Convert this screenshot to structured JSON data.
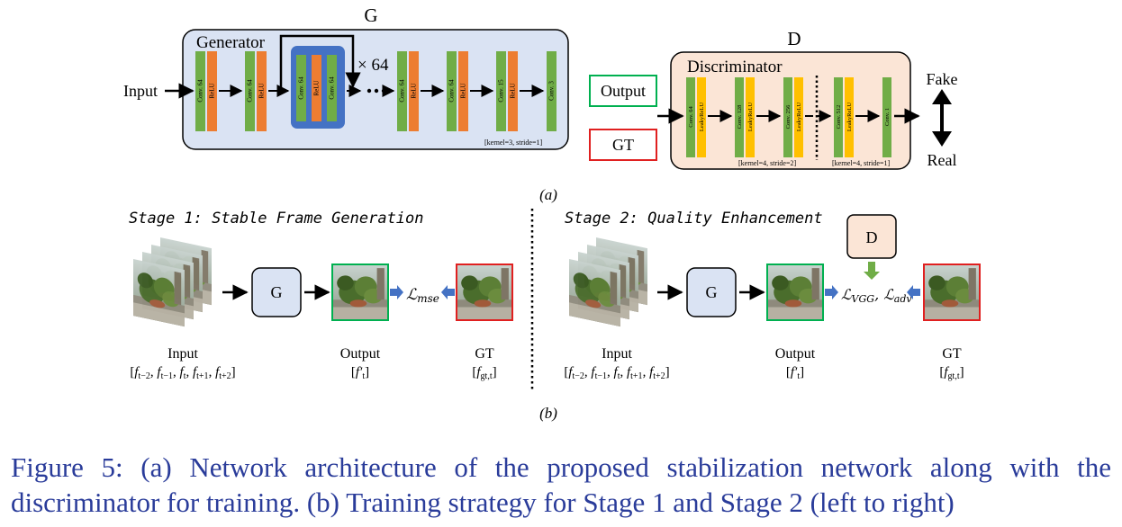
{
  "part_a": {
    "generator_group_label": "G",
    "generator_title": "Generator",
    "input_label": "Input",
    "repeat_label": "× 64",
    "generator_layers": [
      "Conv. 64",
      "ReLU",
      "Conv. 64",
      "ReLU",
      "Conv. 64",
      "ReLU",
      "Conv. 64",
      "Conv. 64",
      "ReLU",
      "Conv. 64",
      "ReLU",
      "Conv. 15",
      "ReLU",
      "Conv. 3"
    ],
    "generator_note": "[kernel=3, stride=1]",
    "output_label": "Output",
    "gt_label": "GT",
    "discriminator_group_label": "D",
    "discriminator_title": "Discriminator",
    "discriminator_layers": [
      "Conv. 64",
      "LeakyReLU",
      "Conv. 128",
      "LeakyReLU",
      "Conv. 256",
      "LeakyReLU",
      "Conv. 512",
      "LeakyReLU",
      "Conv. 1"
    ],
    "discriminator_note_1": "[kernel=4, stride=2]",
    "discriminator_note_2": "[kernel=4, stride=1]",
    "fake_label": "Fake",
    "real_label": "Real",
    "sublabel": "(a)"
  },
  "part_b": {
    "stage1_title": "Stage 1: Stable Frame Generation",
    "stage2_title": "Stage 2: Quality Enhancement",
    "g_label": "G",
    "d_label": "D",
    "loss_stage1": "ℒmse",
    "loss_stage2": "ℒVGG, ℒadv",
    "input_caption": "Input",
    "input_frames": "[ft−2, ft−1, ft, ft+1, ft+2]",
    "output_caption": "Output",
    "output_frame": "[f′t]",
    "gt_caption": "GT",
    "gt_frame": "[fgt,t]",
    "sublabel": "(b)"
  },
  "caption": "Figure 5: (a) Network architecture of the proposed stabilization network along with the discriminator for training. (b) Training strategy for Stage 1 and Stage 2 (left to right)",
  "colors": {
    "generator_box": "#dae3f3",
    "discriminator_box": "#fbe5d6",
    "conv": "#70ad47",
    "relu": "#ed7d31",
    "leaky": "#ffc000",
    "residual": "#4472c4",
    "output_border": "#00b050",
    "gt_border": "#e02020",
    "loss_arrow": "#4472c4",
    "caption": "#2a3c9a"
  },
  "icons": [
    "plant-photo-thumbnail",
    "arrow-icon",
    "double-arrow-icon"
  ]
}
